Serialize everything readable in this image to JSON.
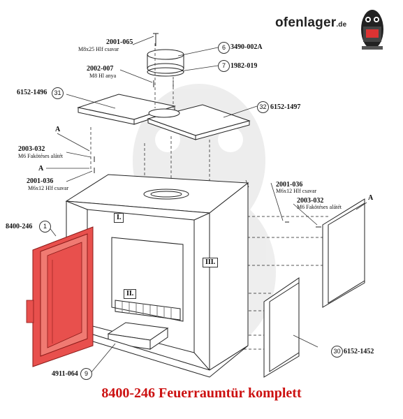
{
  "brand": {
    "name": "ofenlager",
    "tld": ".de"
  },
  "caption": "8400-246 Feuerraumtür komplett",
  "parts": [
    {
      "id": "p-2001-065",
      "code": "2001-065",
      "desc": "M8x25 Hlf csavar"
    },
    {
      "id": "p-2002-007",
      "code": "2002-007",
      "desc": "M8 Hl anya"
    },
    {
      "id": "p-6152-1496",
      "code": "6152-1496",
      "num": "31"
    },
    {
      "id": "p-3490-002A",
      "code": "3490-002A",
      "num": "6"
    },
    {
      "id": "p-1982-019",
      "code": "1982-019",
      "num": "7"
    },
    {
      "id": "p-6152-1497",
      "code": "6152-1497",
      "num": "32"
    },
    {
      "id": "p-2003-032-l",
      "code": "2003-032",
      "desc": "M6 Fakötéses alátét"
    },
    {
      "id": "p-2001-036-l",
      "code": "2001-036",
      "desc": "M6x12 Hlf csavar"
    },
    {
      "id": "p-2001-036-r",
      "code": "2001-036",
      "desc": "M6x12 Hlf csavar"
    },
    {
      "id": "p-2003-032-r",
      "code": "2003-032",
      "desc": "M6 Fakötéses alátét"
    },
    {
      "id": "p-8400-246",
      "code": "8400-246",
      "num": "1"
    },
    {
      "id": "p-4911-064",
      "code": "4911-064",
      "num": "9"
    },
    {
      "id": "p-6152-1452",
      "code": "6152-1452",
      "num": "30"
    }
  ],
  "callout_letters": [
    "A",
    "A",
    "A"
  ],
  "detail_markers": [
    "I.",
    "II.",
    "III."
  ]
}
